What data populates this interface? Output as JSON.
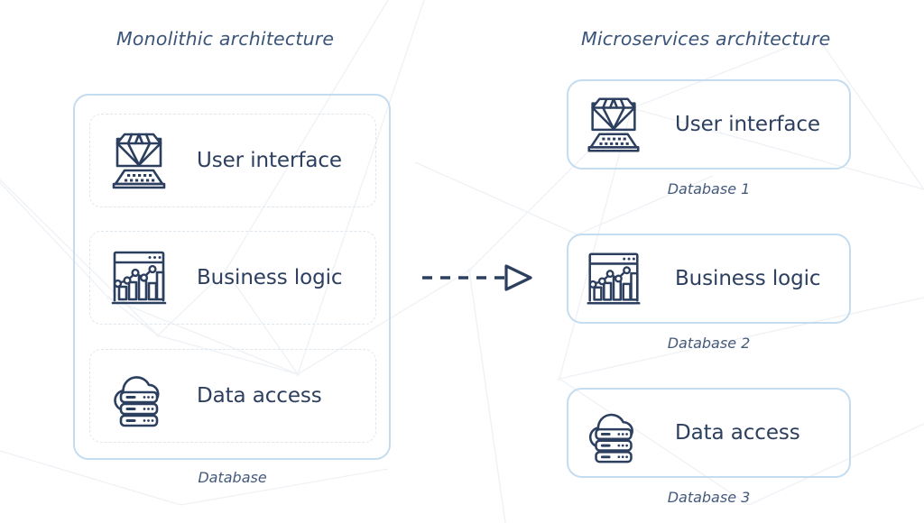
{
  "page": {
    "background": "#ffffff",
    "accent_border": "#c3dcf0",
    "dashed_border": "#dfe7ee",
    "text_color": "#2d3f5e",
    "caption_color": "#44597b",
    "title_color": "#3b5578",
    "icon_stroke": "#2c3f5f"
  },
  "left_section": {
    "title": "Monolithic architecture",
    "caption": "Database",
    "layers": [
      {
        "label": "User interface",
        "icon": "laptop-diamond-icon"
      },
      {
        "label": "Business logic",
        "icon": "browser-bar-chart-icon"
      },
      {
        "label": "Data access",
        "icon": "cloud-database-icon"
      }
    ]
  },
  "transition": {
    "icon": "dashed-arrow-right-icon",
    "style": "dashed",
    "arrowhead": "hollow-triangle"
  },
  "right_section": {
    "title": "Microservices architecture",
    "services": [
      {
        "label": "User interface",
        "caption": "Database 1",
        "icon": "laptop-diamond-icon"
      },
      {
        "label": "Business logic",
        "caption": "Database 2",
        "icon": "browser-bar-chart-icon"
      },
      {
        "label": "Data access",
        "caption": "Database 3",
        "icon": "cloud-database-icon"
      }
    ]
  }
}
